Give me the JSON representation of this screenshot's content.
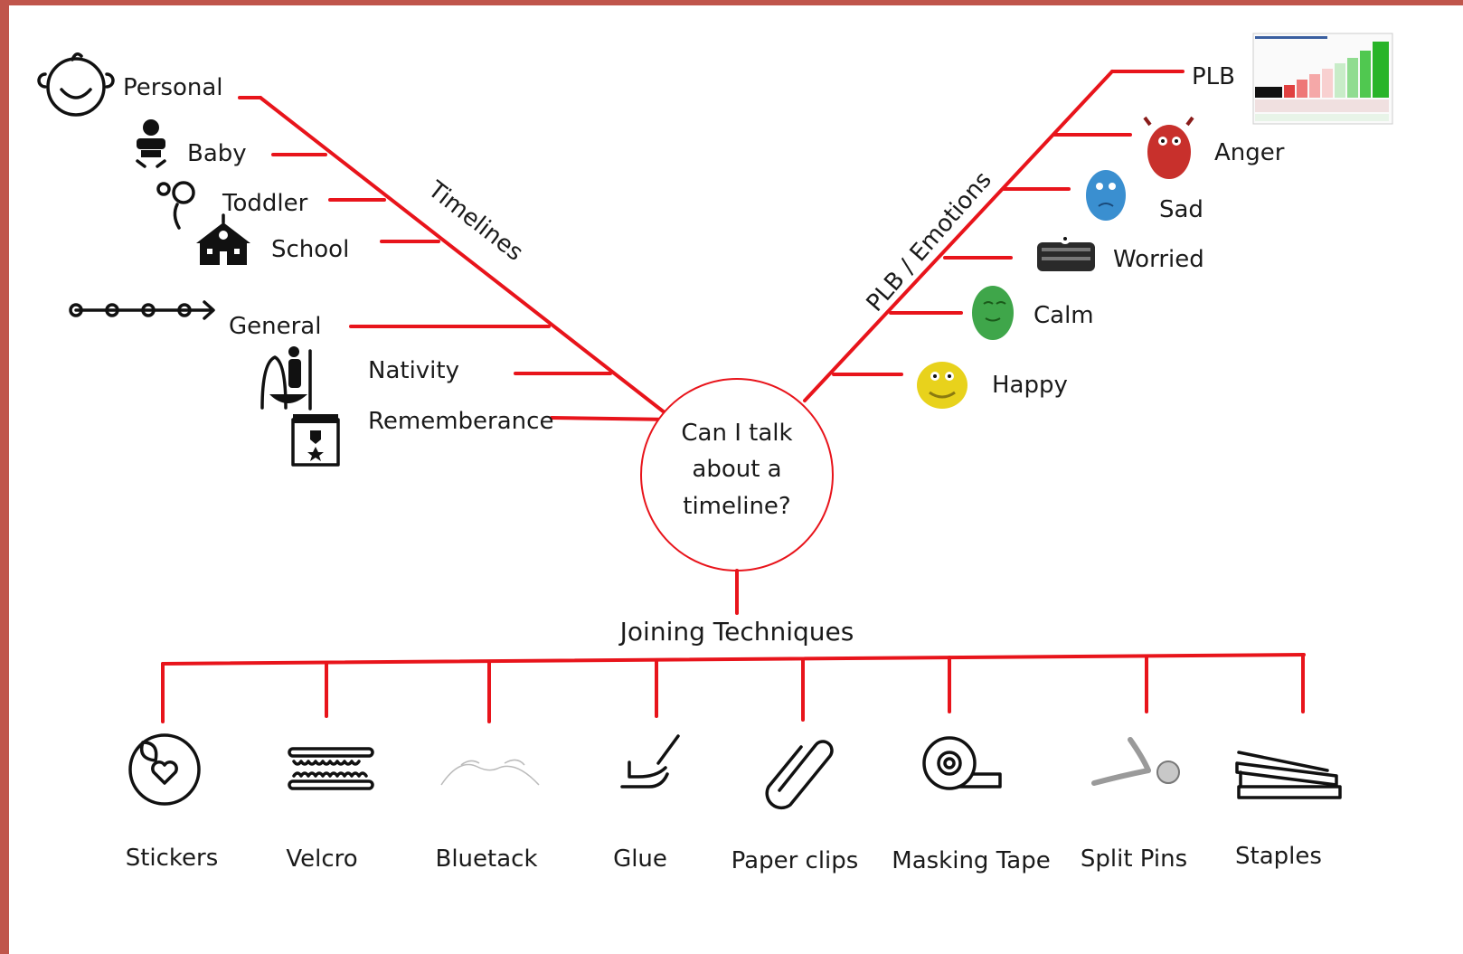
{
  "center": {
    "lines": [
      "Can I talk",
      "about a",
      "timeline?"
    ]
  },
  "timelines": {
    "spine_label": "Timelines",
    "personal": "Personal",
    "baby": "Baby",
    "toddler": "Toddler",
    "school": "School",
    "general": "General",
    "nativity": "Nativity",
    "rememberance": "Rememberance"
  },
  "emotions": {
    "spine_label": "PLB / Emotions",
    "plb": "PLB",
    "anger": "Anger",
    "sad": "Sad",
    "worried": "Worried",
    "calm": "Calm",
    "happy": "Happy",
    "monster_colors": {
      "anger": "#c8302c",
      "sad": "#3a8fd0",
      "worried": "#2a2a2a",
      "calm": "#3fa64a",
      "happy": "#e8d21c"
    }
  },
  "joining": {
    "title": "Joining Techniques",
    "items": [
      "Stickers",
      "Velcro",
      "Bluetack",
      "Glue",
      "Paper clips",
      "Masking Tape",
      "Split Pins",
      "Staples"
    ]
  },
  "colors": {
    "line": "#e8141b",
    "frame": "#c0554b"
  }
}
